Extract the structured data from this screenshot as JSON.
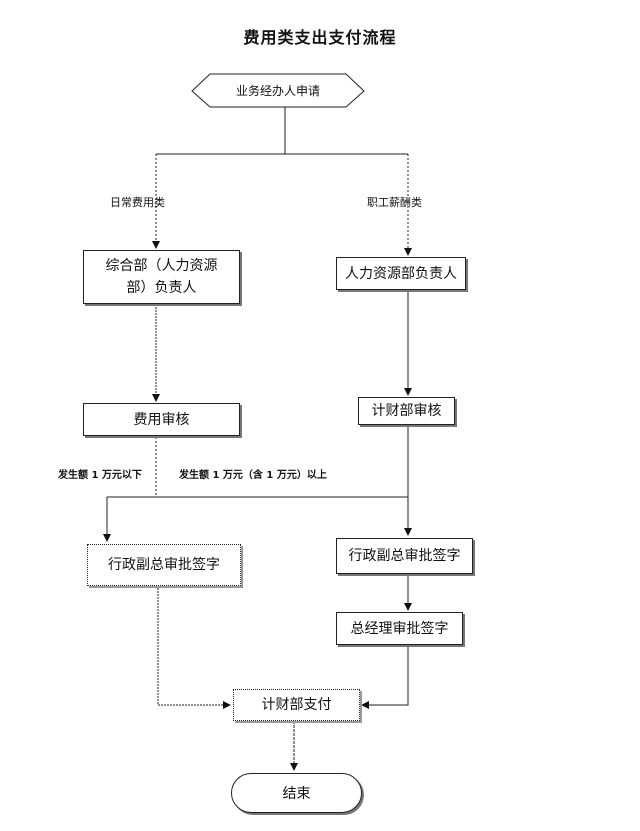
{
  "title": "费用类支出支付流程",
  "nodes": {
    "start": "业务经办人申请",
    "general_dept": "综合部（人力资源部）负责人",
    "hr_dept": "人力资源部负责人",
    "expense_review": "费用审核",
    "finance_review": "计财部审核",
    "vp_sign_left": "行政副总审批签字",
    "vp_sign_right": "行政副总审批签字",
    "gm_sign": "总经理审批签字",
    "finance_pay": "计财部支付",
    "end": "结束"
  },
  "branch_labels": {
    "daily_expense": "日常费用类",
    "salary": "职工薪酬类",
    "below_10k": "发生额 1 万元以下",
    "above_10k": "发生额 1 万元（含 1 万元）以上"
  }
}
